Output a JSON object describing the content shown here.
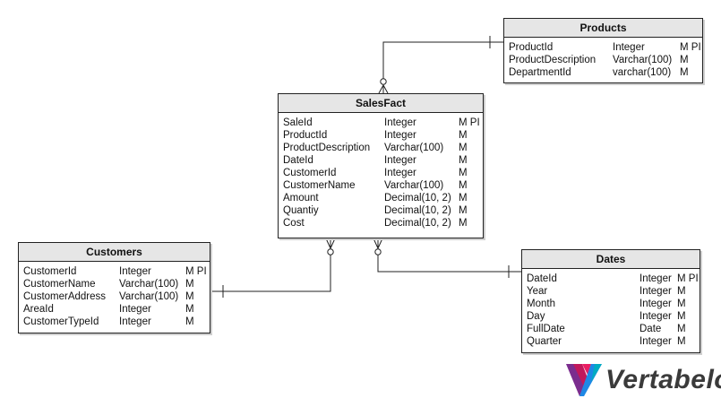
{
  "entities": [
    {
      "id": "products",
      "title": "Products",
      "columns": [
        {
          "name": "ProductId",
          "type": "Integer",
          "flags": "M PI"
        },
        {
          "name": "ProductDescription",
          "type": "Varchar(100)",
          "flags": "M"
        },
        {
          "name": "DepartmentId",
          "type": "varchar(100)",
          "flags": "M"
        }
      ]
    },
    {
      "id": "salesfact",
      "title": "SalesFact",
      "columns": [
        {
          "name": "SaleId",
          "type": "Integer",
          "flags": "M PI"
        },
        {
          "name": "ProductId",
          "type": "Integer",
          "flags": "M"
        },
        {
          "name": "ProductDescription",
          "type": "Varchar(100)",
          "flags": "M"
        },
        {
          "name": "DateId",
          "type": "Integer",
          "flags": "M"
        },
        {
          "name": "CustomerId",
          "type": "Integer",
          "flags": "M"
        },
        {
          "name": "CustomerName",
          "type": "Varchar(100)",
          "flags": "M"
        },
        {
          "name": "Amount",
          "type": "Decimal(10, 2)",
          "flags": "M"
        },
        {
          "name": "Quantiy",
          "type": "Decimal(10, 2)",
          "flags": "M"
        },
        {
          "name": "Cost",
          "type": "Decimal(10, 2)",
          "flags": "M"
        }
      ]
    },
    {
      "id": "customers",
      "title": "Customers",
      "columns": [
        {
          "name": "CustomerId",
          "type": "Integer",
          "flags": "M PI"
        },
        {
          "name": "CustomerName",
          "type": "Varchar(100)",
          "flags": "M"
        },
        {
          "name": "CustomerAddress",
          "type": "Varchar(100)",
          "flags": "M"
        },
        {
          "name": "AreaId",
          "type": "Integer",
          "flags": "M"
        },
        {
          "name": "CustomerTypeId",
          "type": "Integer",
          "flags": "M"
        }
      ]
    },
    {
      "id": "dates",
      "title": "Dates",
      "columns": [
        {
          "name": "DateId",
          "type": "Integer",
          "flags": "M PI"
        },
        {
          "name": "Year",
          "type": "Integer",
          "flags": "M"
        },
        {
          "name": "Month",
          "type": "Integer",
          "flags": "M"
        },
        {
          "name": "Day",
          "type": "Integer",
          "flags": "M"
        },
        {
          "name": "FullDate",
          "type": "Date",
          "flags": "M"
        },
        {
          "name": "Quarter",
          "type": "Integer",
          "flags": "M"
        }
      ]
    }
  ],
  "relationships": [
    {
      "parent": "Products",
      "child": "SalesFact",
      "parent_end": "one",
      "child_end": "zero-or-many"
    },
    {
      "parent": "Customers",
      "child": "SalesFact",
      "parent_end": "one",
      "child_end": "zero-or-many"
    },
    {
      "parent": "Dates",
      "child": "SalesFact",
      "parent_end": "one",
      "child_end": "zero-or-many"
    }
  ],
  "logo": {
    "text": "Vertabelo",
    "colors": [
      "#7b2d8e",
      "#c2185b",
      "#1e88e5",
      "#00acc1"
    ]
  }
}
